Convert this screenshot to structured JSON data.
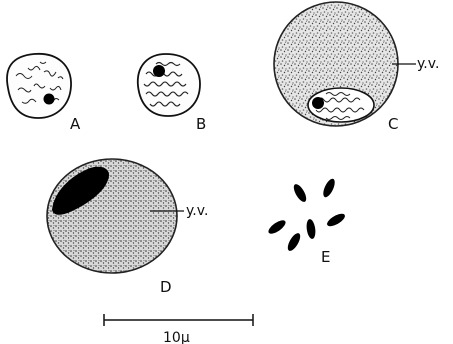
{
  "figure": {
    "labels": {
      "a": "A",
      "b": "B",
      "c": "C",
      "d": "D",
      "e": "E",
      "yv_c": "y.v.",
      "yv_d": "y.v.",
      "scale": "10μ"
    }
  }
}
